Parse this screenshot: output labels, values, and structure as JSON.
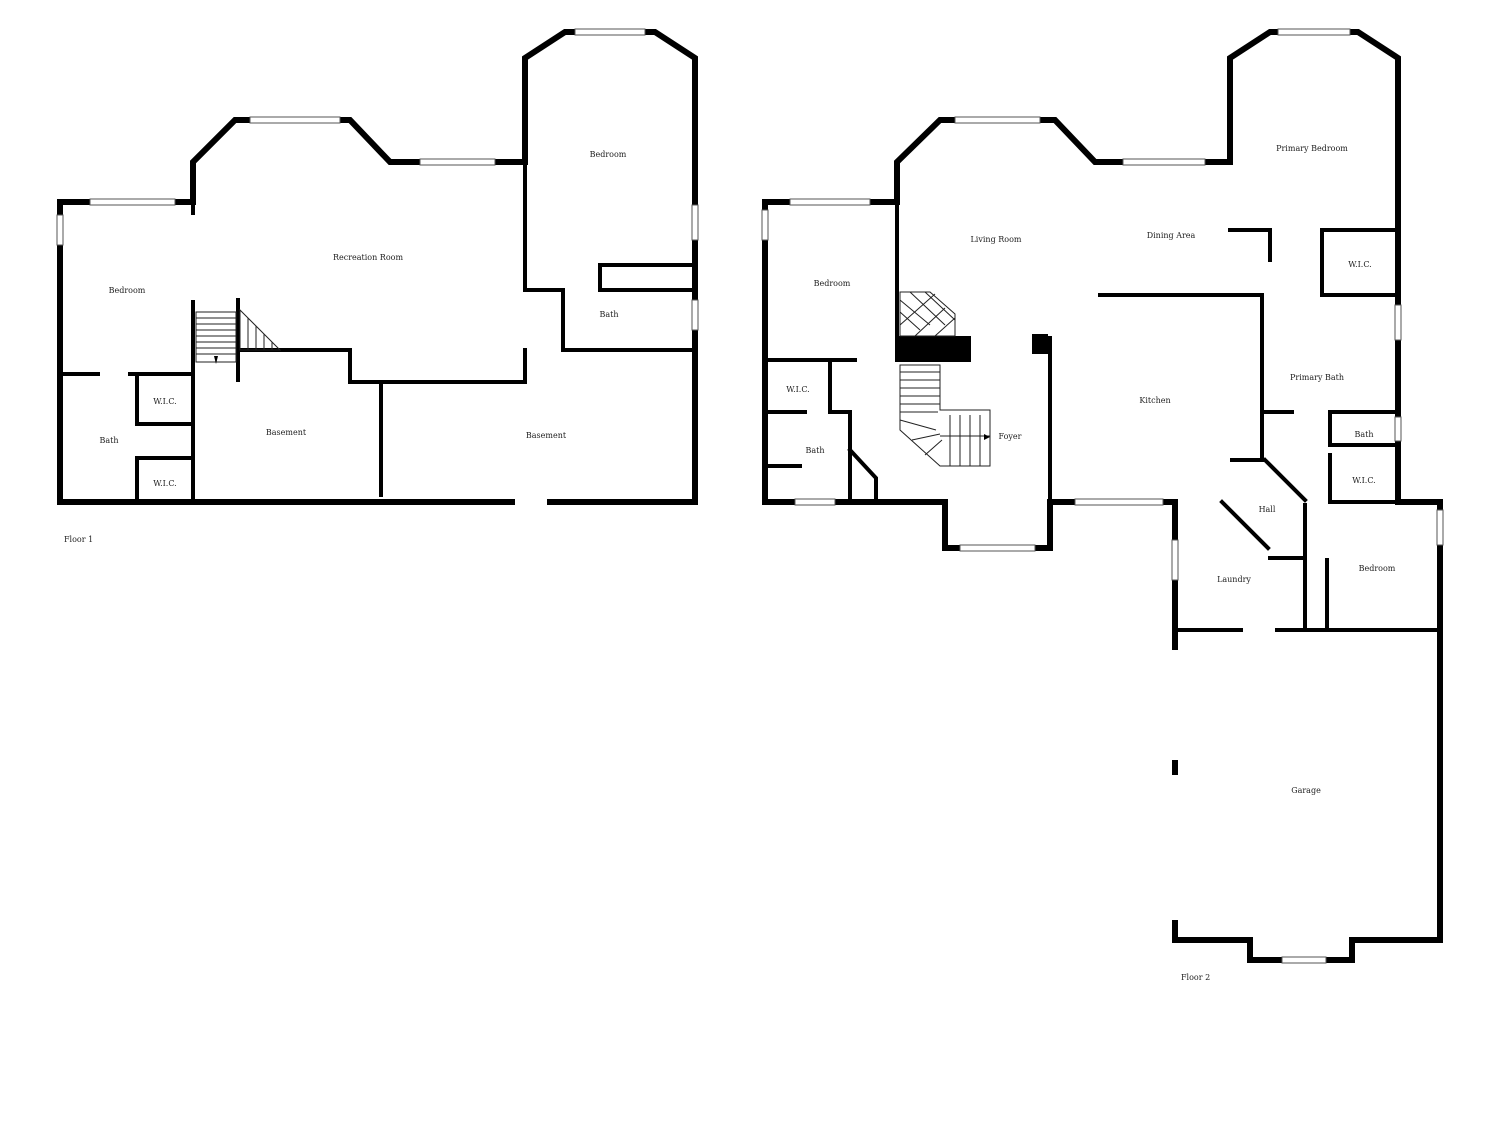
{
  "floors": [
    {
      "label": "Floor 1",
      "rooms": [
        "Recreation Room",
        "Bedroom",
        "Bedroom",
        "Bath",
        "Bath",
        "W.I.C.",
        "W.I.C.",
        "Basement",
        "Basement"
      ]
    },
    {
      "label": "Floor 2",
      "rooms": [
        "Living Room",
        "Dining Area",
        "Primary Bedroom",
        "W.I.C.",
        "Bedroom",
        "W.I.C.",
        "Bath",
        "Foyer",
        "Kitchen",
        "Primary Bath",
        "Bath",
        "W.I.C.",
        "Hall",
        "Laundry",
        "Bedroom",
        "Garage"
      ]
    }
  ]
}
